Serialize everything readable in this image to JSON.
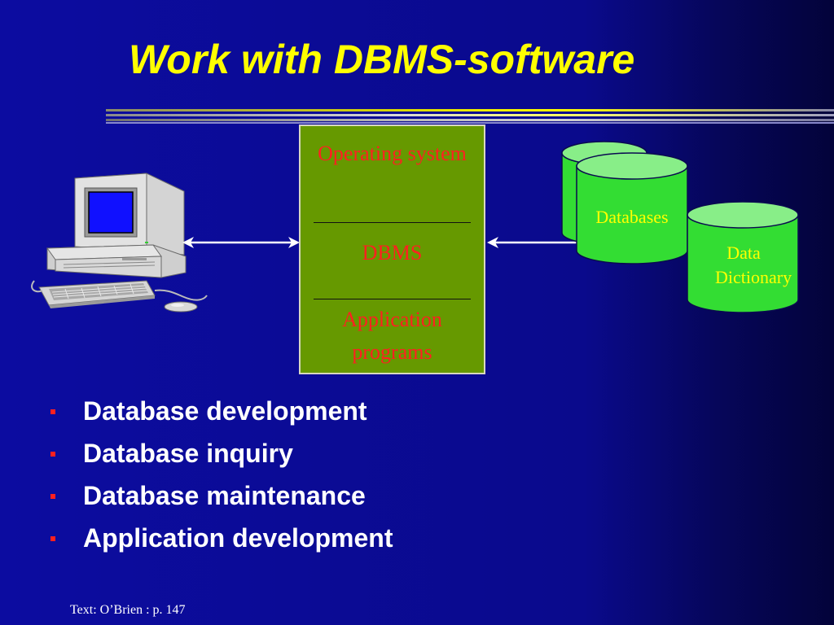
{
  "slide": {
    "title": "Work with DBMS-software",
    "colors": {
      "background": "#0a0a8c",
      "title": "#ffff00",
      "stack_fill": "#669900",
      "stack_text": "#ff2020",
      "cylinder_fill": "#33dd33",
      "cylinder_label": "#ffff00",
      "bullet_mark": "#ff2020",
      "bullet_text": "#ffffff"
    }
  },
  "diagram": {
    "computer_icon": "desktop-computer-icon",
    "software_stack": {
      "layer1": "Operating system",
      "layer2": "DBMS",
      "layer3": "Application programs"
    },
    "databases_label": "Databases",
    "dictionary_label": "Data Dictionary"
  },
  "bullets": [
    "Database development",
    "Database inquiry",
    "Database maintenance",
    "Application development"
  ],
  "footer": "Text: O’Brien : p. 147"
}
